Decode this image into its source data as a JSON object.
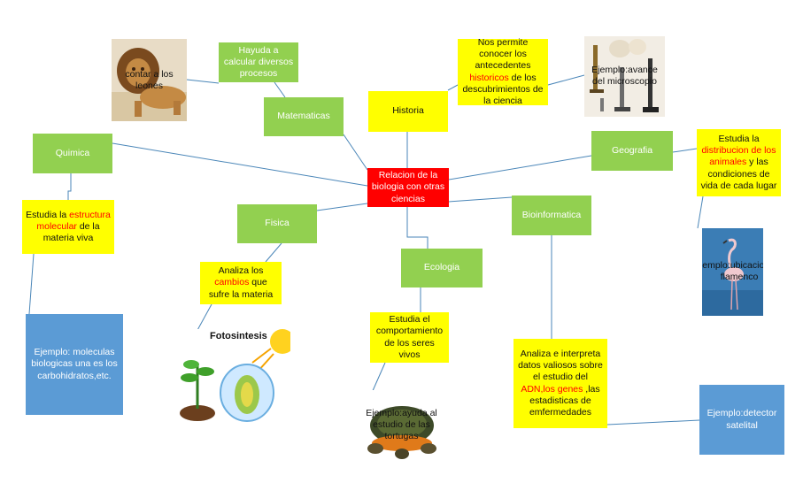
{
  "center": {
    "label": "Relacion de la biologia con otras ciencias"
  },
  "matematicas": {
    "label": "Matematicas",
    "desc": "Hayuda a calcular diversos procesos",
    "example": "contar a los leones",
    "example_icon": "lion-image"
  },
  "historia": {
    "label": "Historia",
    "desc_before": "Nos permite conocer los antecedentes ",
    "desc_highlight": "historicos",
    "desc_after": " de los descubrimientos de la ciencia",
    "example": "Ejemplo:avance del microscopio",
    "example_icon": "microscope-image"
  },
  "geografia": {
    "label": "Geografia",
    "desc_before": "Estudia la ",
    "desc_highlight": "distribucion de los animales",
    "desc_after": " y las condiciones de vida de cada lugar",
    "example": "Ejemplo:ubicacion del flamenco",
    "example_icon": "flamingo-image"
  },
  "quimica": {
    "label": "Quimica",
    "desc_before": "Estudia la ",
    "desc_highlight": "estructura molecular",
    "desc_after": " de la materia viva",
    "example": "Ejemplo: moleculas biologicas una es los carbohidratos,etc."
  },
  "fisica": {
    "label": "Fisica",
    "desc_before": "Analiza los ",
    "desc_highlight": "cambios",
    "desc_after": " que sufre la materia",
    "example_title": "Fotosintesis",
    "example_icon": "photosynthesis-image"
  },
  "ecologia": {
    "label": "Ecologia",
    "desc": "Estudia el comportamiento de los seres vivos",
    "example": "Ejemplo:ayuda al estudio de las tortugas",
    "example_icon": "turtle-image"
  },
  "bioinformatica": {
    "label": "Bioinformatica",
    "desc_before": "Analiza e interpreta datos valiosos sobre el estudio del ",
    "desc_highlight": "ADN,los genes",
    "desc_after": " ,las estadisticas de emfermedades",
    "example": "Ejemplo:detector satelital"
  },
  "colors": {
    "green": "#92d050",
    "yellow": "#ffff00",
    "blue": "#5b9bd5",
    "center": "#ff0000",
    "line": "#4a86b8",
    "highlight": "#ff0000"
  }
}
